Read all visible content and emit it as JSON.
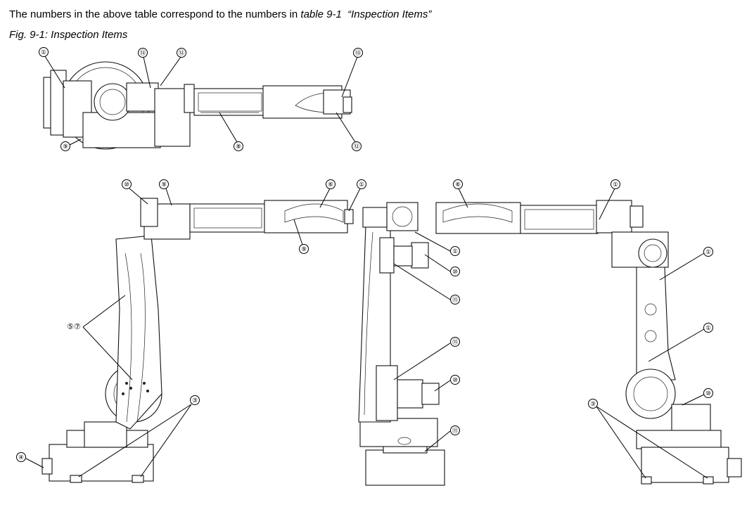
{
  "intro": {
    "text_start": "The numbers in the above table correspond to the numbers in ",
    "table_ref": "table 9-1",
    "quoted_title": "“Inspection Items”"
  },
  "figure": {
    "caption": "Fig. 9-1: Inspection Items"
  },
  "callouts": {
    "top_view": [
      "①",
      "⑬",
      "⑫",
      "⑬",
      "⑨",
      "⑧",
      "⑫"
    ],
    "side_left": [
      "⑩",
      "⑨",
      "⑥",
      "①",
      "⑨",
      "⑤⑦",
      "③",
      "④"
    ],
    "front": [
      "①",
      "⑩",
      "⑪",
      "⑪",
      "⑩",
      "⑪"
    ],
    "side_right": [
      "⑥",
      "①",
      "①",
      "①",
      "⑩",
      "③"
    ]
  }
}
